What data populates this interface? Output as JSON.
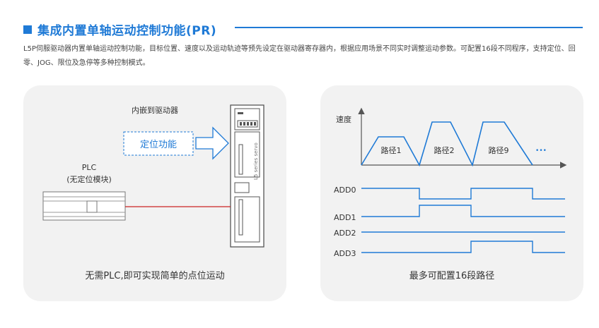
{
  "title": "集成内置单轴运动控制功能(PR)",
  "description": "L5P伺服驱动器内置单轴运动控制功能，目标位置、速度以及运动轨迹等预先设定在驱动器寄存器内，根据应用场景不同实时调整运动参数。可配置16段不同程序，支持定位、回零、JOG、限位及急停等多种控制模式。",
  "left_panel": {
    "drive_label": "内嵌到驱动器",
    "function_label": "定位功能",
    "plc_label": "PLC",
    "plc_sublabel": "(无定位模块)",
    "drive_side_text": "L5 series servo",
    "caption": "无需PLC,即可实现简单的点位运动"
  },
  "right_panel": {
    "speed_label": "速度",
    "paths": [
      "路径1",
      "路径2",
      "路径9"
    ],
    "ellipsis": "•••",
    "signals": [
      "ADD0",
      "ADD1",
      "ADD2",
      "ADD3"
    ],
    "caption": "最多可配置16段路径"
  },
  "colors": {
    "accent": "#1f7ad6",
    "signal_line": "#cc2222",
    "panel_bg": "#f2f2f2"
  }
}
